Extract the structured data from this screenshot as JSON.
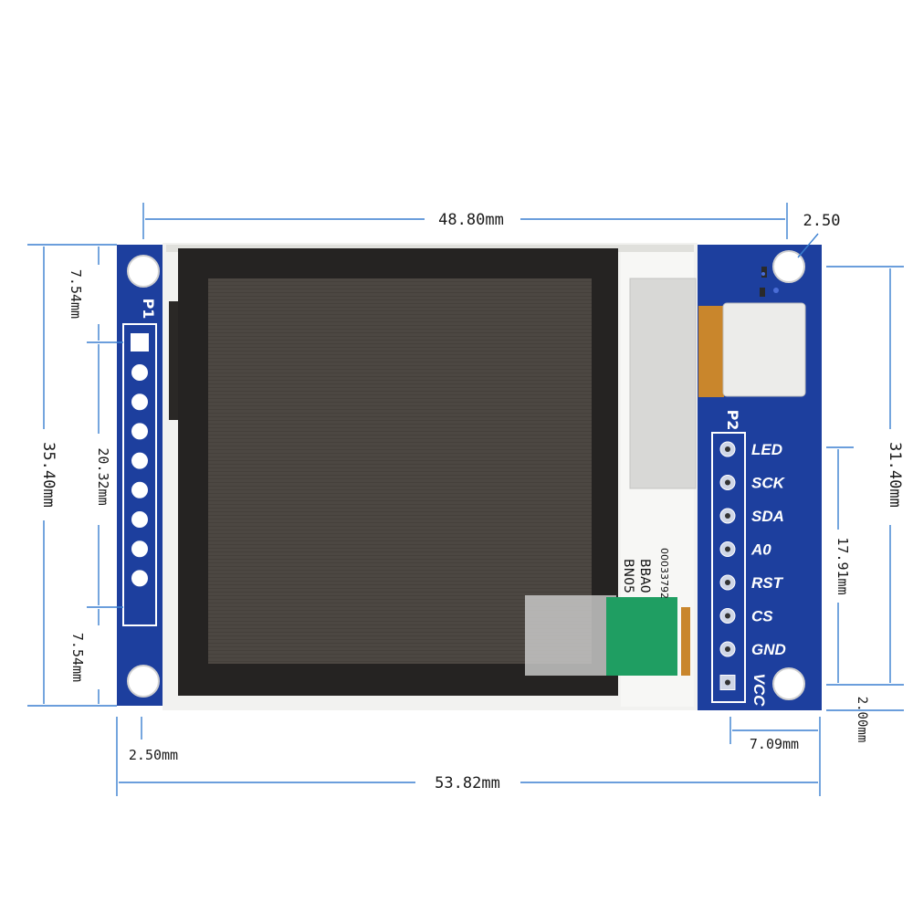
{
  "dimensions": {
    "top_width": "48.80mm",
    "top_right_hole": "2.50",
    "left_top_offset": "7.54mm",
    "left_pin_span": "20.32mm",
    "left_bottom_offset": "7.54mm",
    "left_total_height": "35.40mm",
    "right_total_height": "31.40mm",
    "right_pin_span": "17.91mm",
    "right_bottom_offset": "2.00mm",
    "bottom_left_hole": "2.50mm",
    "bottom_right_offset": "7.09mm",
    "bottom_total_width": "53.82mm"
  },
  "board": {
    "header_p1": "P1",
    "header_p2": "P2",
    "p2_pins": [
      "LED",
      "SCK",
      "SDA",
      "A0",
      "RST",
      "CS",
      "GND",
      "VCC"
    ],
    "label_line1": "BN05",
    "label_line2": "BBA0",
    "label_line3": "00033792",
    "pcb_color": "#1d3f9e",
    "screen_color": "#4a4540",
    "dimension_line_color": "#3a7fd0"
  }
}
